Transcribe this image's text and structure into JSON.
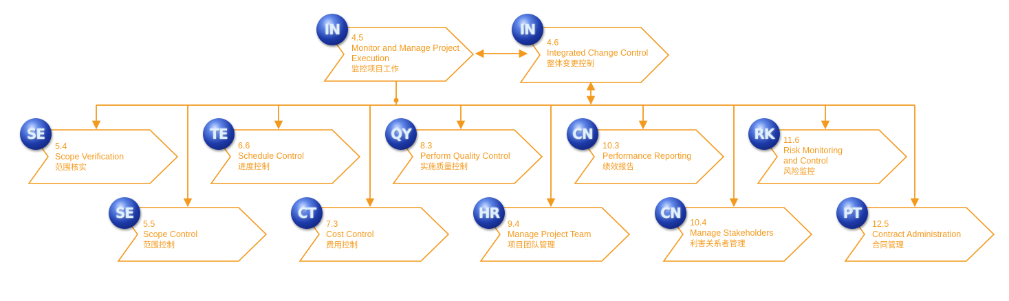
{
  "colors": {
    "accent": "#f39a1e",
    "badge_blue": "#1d3aa8"
  },
  "nodes": [
    {
      "id": "n45",
      "badge": "IN",
      "num": "4.5",
      "lines": [
        "Monitor and Manage Project",
        "Execution"
      ],
      "cn": "监控项目工作"
    },
    {
      "id": "n46",
      "badge": "IN",
      "num": "4.6",
      "lines": [
        "Integrated Change Control"
      ],
      "cn": "整体变更控制"
    },
    {
      "id": "n54",
      "badge": "SE",
      "num": "5.4",
      "lines": [
        "Scope Verification"
      ],
      "cn": "范围核实"
    },
    {
      "id": "n66",
      "badge": "TE",
      "num": "6.6",
      "lines": [
        "Schedule Control"
      ],
      "cn": "进度控制"
    },
    {
      "id": "n83",
      "badge": "QY",
      "num": "8.3",
      "lines": [
        "Perform Quality Control"
      ],
      "cn": "实施质量控制"
    },
    {
      "id": "n103",
      "badge": "CN",
      "num": "10.3",
      "lines": [
        "Performance Reporting"
      ],
      "cn": "绩效报告"
    },
    {
      "id": "n116",
      "badge": "RK",
      "num": "11.6",
      "lines": [
        "Risk Monitoring",
        "and Control"
      ],
      "cn": "风险监控"
    },
    {
      "id": "n55",
      "badge": "SE",
      "num": "5.5",
      "lines": [
        "Scope Control"
      ],
      "cn": "范围控制"
    },
    {
      "id": "n73",
      "badge": "CT",
      "num": "7.3",
      "lines": [
        "Cost Control"
      ],
      "cn": "费用控制"
    },
    {
      "id": "n94",
      "badge": "HR",
      "num": "9.4",
      "lines": [
        "Manage Project Team"
      ],
      "cn": "项目团队管理"
    },
    {
      "id": "n104",
      "badge": "CN",
      "num": "10.4",
      "lines": [
        "Manage Stakeholders"
      ],
      "cn": "利害关系者管理"
    },
    {
      "id": "n125",
      "badge": "PT",
      "num": "12.5",
      "lines": [
        "Contract Administration"
      ],
      "cn": "合同管理"
    }
  ]
}
